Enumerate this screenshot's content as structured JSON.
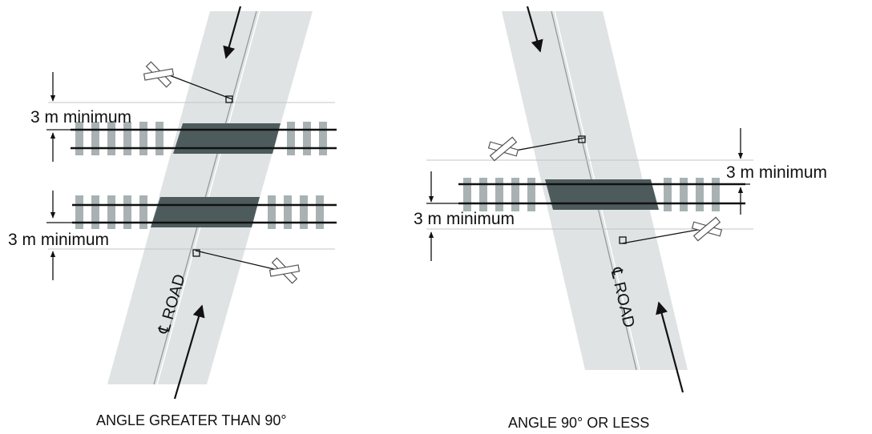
{
  "left_diagram": {
    "dimension_top": "3 m minimum",
    "dimension_bottom": "3 m minimum",
    "centerline_label": "℄ ROAD",
    "caption": "ANGLE GREATER THAN 90°"
  },
  "right_diagram": {
    "dimension_top": "3 m minimum",
    "dimension_bottom": "3 m minimum",
    "centerline_label": "℄ ROAD",
    "caption": "ANGLE 90° OR LESS"
  },
  "colors": {
    "road_fill": "#dfe3e4",
    "crossing_pad": "#4e5b5d",
    "tie": "#a9b2b2",
    "rail": "#111111",
    "guide_line": "#c4c4c4"
  },
  "icons": [
    "crossbuck-sign-icon",
    "arrow-icon",
    "right-angle-marker-icon",
    "dimension-arrow-icon"
  ]
}
